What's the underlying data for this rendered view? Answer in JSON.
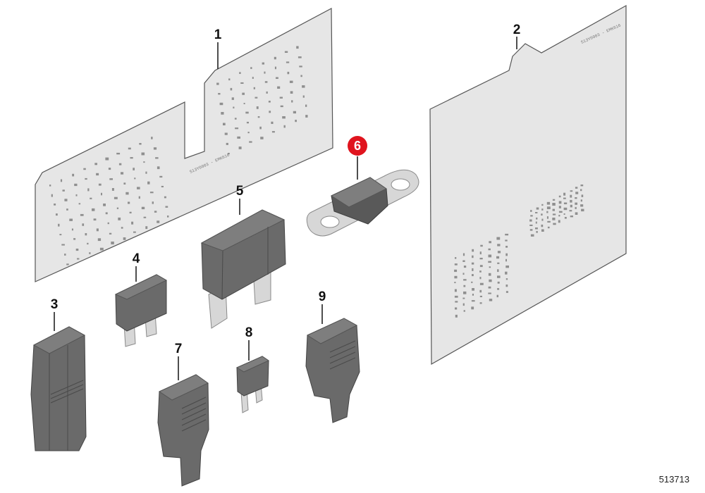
{
  "callouts": [
    {
      "id": "1",
      "highlighted": false
    },
    {
      "id": "2",
      "highlighted": false
    },
    {
      "id": "3",
      "highlighted": false
    },
    {
      "id": "4",
      "highlighted": false
    },
    {
      "id": "5",
      "highlighted": false
    },
    {
      "id": "6",
      "highlighted": true
    },
    {
      "id": "7",
      "highlighted": false
    },
    {
      "id": "8",
      "highlighted": false
    },
    {
      "id": "9",
      "highlighted": false
    }
  ],
  "sheet_texts": {
    "label_sheet_code": "513Y0003 - EMK616",
    "instruction_sheet_code": "513Y0003 - EMK616"
  },
  "image_id": "513713",
  "colors": {
    "background": "#ffffff",
    "sheet": "#e6e6e6",
    "part_dark": "#6a6a6a",
    "highlight": "#e0141e"
  }
}
